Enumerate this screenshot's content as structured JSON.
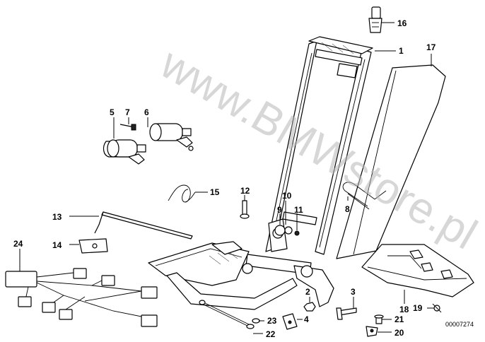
{
  "diagram": {
    "reference_number": "00007274",
    "watermark": "www.BMWstore.pl",
    "callouts": [
      {
        "id": "c1",
        "label": "1"
      },
      {
        "id": "c2",
        "label": "2"
      },
      {
        "id": "c3",
        "label": "3"
      },
      {
        "id": "c4",
        "label": "4"
      },
      {
        "id": "c5",
        "label": "5"
      },
      {
        "id": "c6",
        "label": "6"
      },
      {
        "id": "c7",
        "label": "7"
      },
      {
        "id": "c8",
        "label": "8"
      },
      {
        "id": "c9",
        "label": "9"
      },
      {
        "id": "c10",
        "label": "10"
      },
      {
        "id": "c11",
        "label": "11"
      },
      {
        "id": "c12",
        "label": "12"
      },
      {
        "id": "c13",
        "label": "13"
      },
      {
        "id": "c14",
        "label": "14"
      },
      {
        "id": "c15",
        "label": "15"
      },
      {
        "id": "c16",
        "label": "16"
      },
      {
        "id": "c17",
        "label": "17"
      },
      {
        "id": "c18",
        "label": "18"
      },
      {
        "id": "c19",
        "label": "19"
      },
      {
        "id": "c20",
        "label": "20"
      },
      {
        "id": "c21",
        "label": "21"
      },
      {
        "id": "c22",
        "label": "22"
      },
      {
        "id": "c23",
        "label": "23"
      },
      {
        "id": "c24",
        "label": "24"
      }
    ]
  }
}
